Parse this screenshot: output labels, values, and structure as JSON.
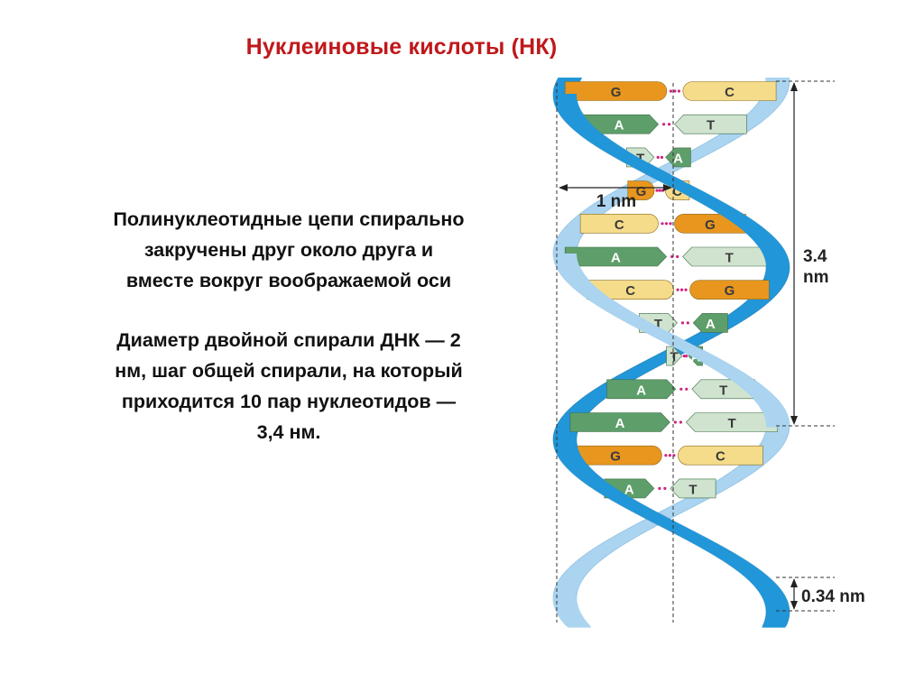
{
  "title": "Нуклеиновые кислоты (НК)",
  "paragraph1": [
    "Полинуклеотидные цепи спирально",
    "закручены друг около друга и",
    "вместе вокруг воображаемой оси"
  ],
  "paragraph2": [
    "Диаметр двойной спирали ДНК — 2",
    "нм, шаг общей спирали, на который",
    "приходится 10 пар нуклеотидов —",
    "3,4 нм."
  ],
  "diagram": {
    "label_width": "1 nm",
    "label_pitch_line1": "3.4",
    "label_pitch_line2": "nm",
    "label_rise": "0.34 nm",
    "colors": {
      "G": "#e8961e",
      "C": "#f5dc8a",
      "A": "#5e9e6a",
      "T": "#cfe3cf",
      "backbone_dark": "#2196d8",
      "backbone_light": "#aad4f0",
      "hbond": "#d0237f"
    },
    "base_pairs": [
      {
        "left": "G",
        "right": "C"
      },
      {
        "left": "A",
        "right": "T"
      },
      {
        "left": "T",
        "right": "A"
      },
      {
        "left": "G",
        "right": "C"
      },
      {
        "left": "C",
        "right": "G"
      },
      {
        "left": "A",
        "right": "T"
      },
      {
        "left": "C",
        "right": "G"
      },
      {
        "left": "T",
        "right": "A"
      },
      {
        "left": "T",
        "right": "A"
      },
      {
        "left": "A",
        "right": "T"
      },
      {
        "left": "A",
        "right": "T"
      },
      {
        "left": "G",
        "right": "C"
      },
      {
        "left": "A",
        "right": "T"
      }
    ]
  }
}
